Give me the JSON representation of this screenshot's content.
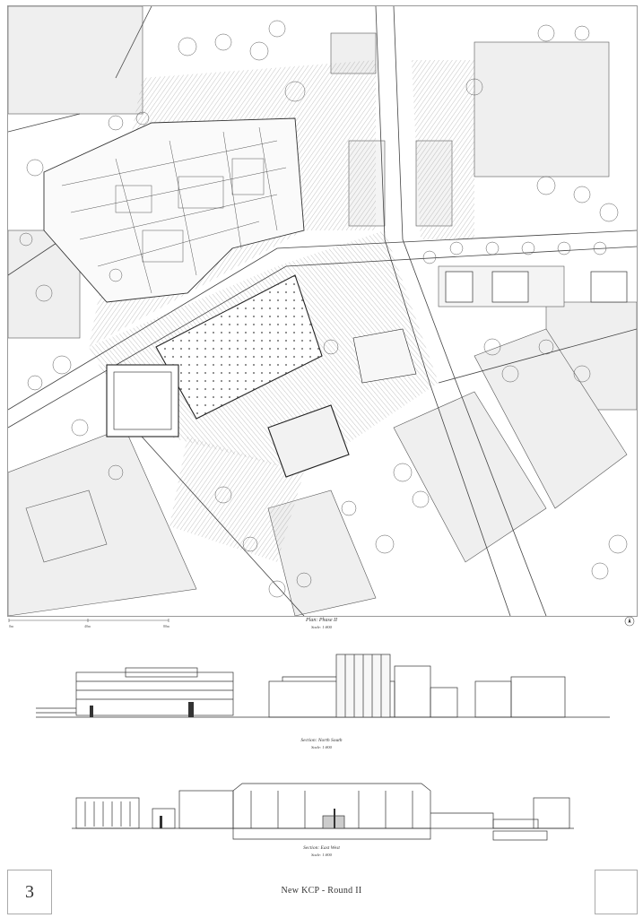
{
  "sheet": {
    "number": "3",
    "title": "New KCP - Round II"
  },
  "plan": {
    "caption_title": "Plan: Phase II",
    "caption_scale": "Scale: 1:800",
    "scale_ticks": [
      "0m",
      "40m",
      "80m"
    ]
  },
  "section_north_south": {
    "caption_title": "Section: North South",
    "caption_scale": "Scale: 1:800"
  },
  "section_east_west": {
    "caption_title": "Section: East West",
    "caption_scale": "Scale: 1:800"
  },
  "colors": {
    "line": "#3a3a3a",
    "block_fill": "#efefef",
    "road": "#ffffff",
    "hatch": "#9a9a9a"
  }
}
